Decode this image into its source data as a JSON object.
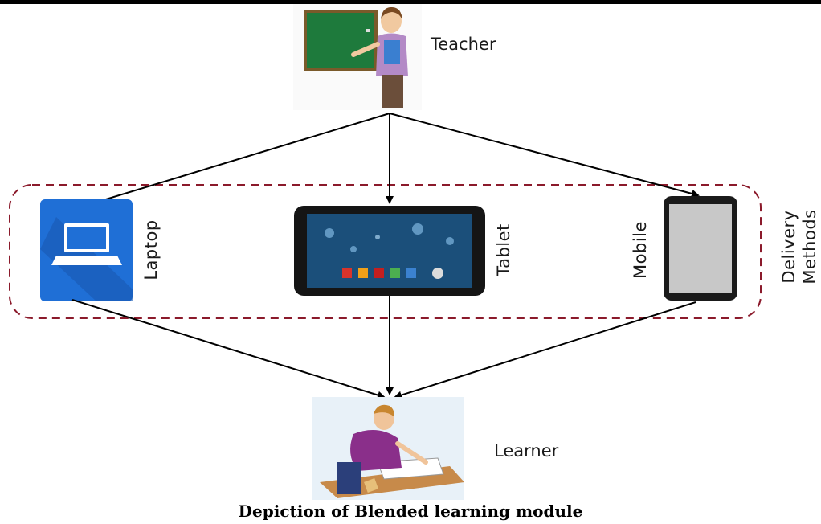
{
  "diagram": {
    "teacher_label": "Teacher",
    "learner_label": "Learner",
    "devices": [
      {
        "label": "Laptop"
      },
      {
        "label": "Tablet"
      },
      {
        "label": "Mobile"
      }
    ],
    "group_label_line1": "Delivery",
    "group_label_line2": "Methods",
    "caption": "Depiction of Blended learning module"
  },
  "colors": {
    "dashed_border": "#8b1a2b",
    "laptop_tile": "#1f6fd6",
    "chalkboard": "#1e7a3c",
    "arrow": "#000000"
  },
  "icons": [
    "teacher-illustration",
    "laptop-icon",
    "tablet-icon",
    "mobile-icon",
    "learner-illustration"
  ]
}
